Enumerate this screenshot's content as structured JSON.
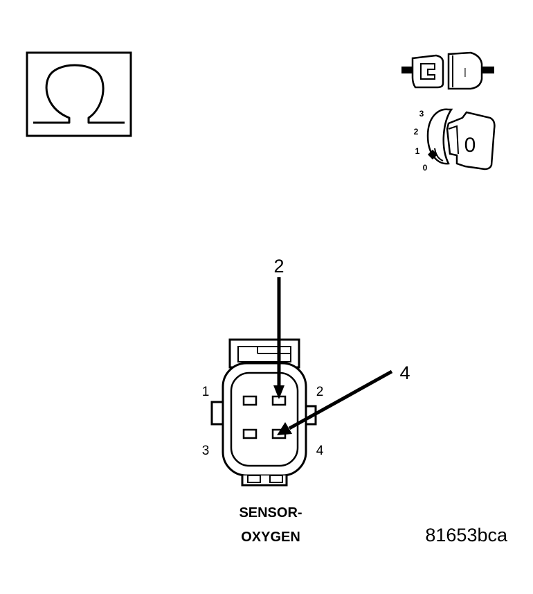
{
  "ohmmeter_symbol": {
    "icon": "ohm-icon",
    "glyph": "Ω"
  },
  "connector_disconnect_icon": {
    "icon": "connector-disconnect-icon",
    "center_mark": "|"
  },
  "ignition_switch": {
    "icon": "ignition-key-icon",
    "positions": [
      "3",
      "2",
      "1",
      "0"
    ],
    "key_label": "0"
  },
  "callouts": [
    {
      "label": "2"
    },
    {
      "label": "4"
    }
  ],
  "connector": {
    "pin_labels": [
      "1",
      "2",
      "3",
      "4"
    ],
    "name_line1": "SENSOR-",
    "name_line2": "OXYGEN"
  },
  "figure_id": "81653bca"
}
